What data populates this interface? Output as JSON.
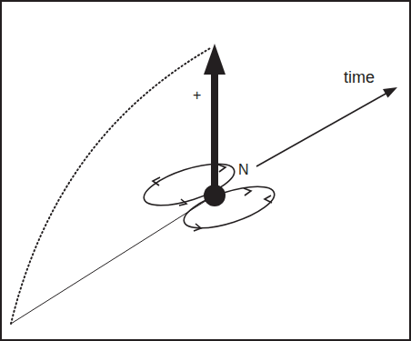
{
  "diagram": {
    "labels": [
      "+",
      "N",
      "time"
    ]
  }
}
